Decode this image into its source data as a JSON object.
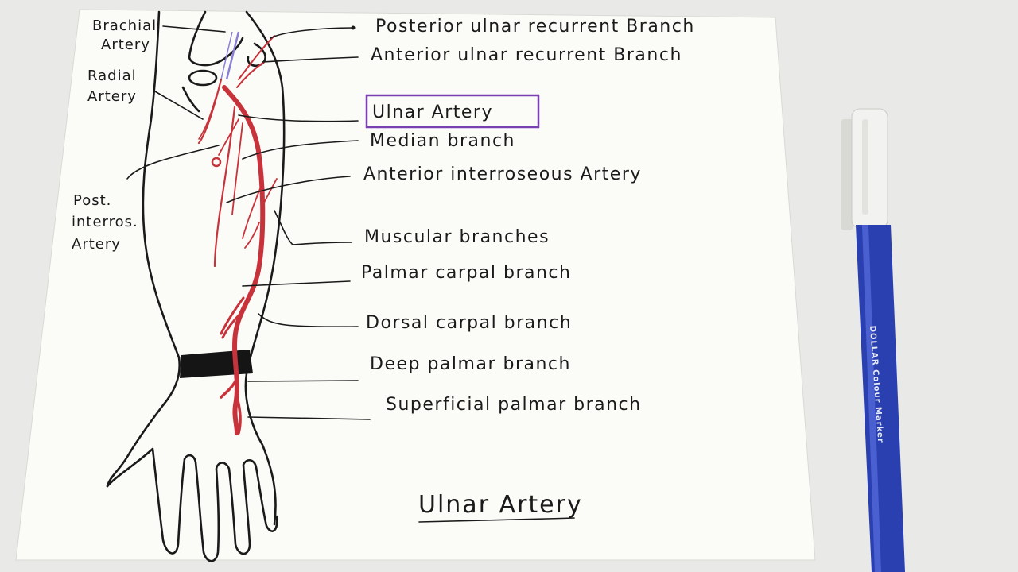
{
  "diagram": {
    "title": "Ulnar Artery",
    "right_labels": [
      "Posterior ulnar recurrent Branch",
      "Anterior ulnar recurrent Branch",
      "Ulnar Artery",
      "Median branch",
      "Anterior interroseous Artery",
      "Muscular branches",
      "Palmar carpal branch",
      "Dorsal carpal branch",
      "Deep palmar branch",
      "Superficial palmar branch"
    ],
    "left_labels": {
      "brachial_line1": "Brachial",
      "brachial_line2": "Artery",
      "radial_line1": "Radial",
      "radial_line2": "Artery",
      "post_line1": "Post.",
      "post_line2": "interros.",
      "post_line3": "Artery"
    }
  },
  "marker": {
    "brand_text": "DOLLAR Colour Marker",
    "body_color": "#2a3fb0",
    "cap_color": "#f2f2f0"
  },
  "colors": {
    "paper": "#fbfbf8",
    "artery_red": "#c8323a",
    "highlight_box": "#7a3fb0",
    "brachial_line": "#8a7fd6"
  }
}
